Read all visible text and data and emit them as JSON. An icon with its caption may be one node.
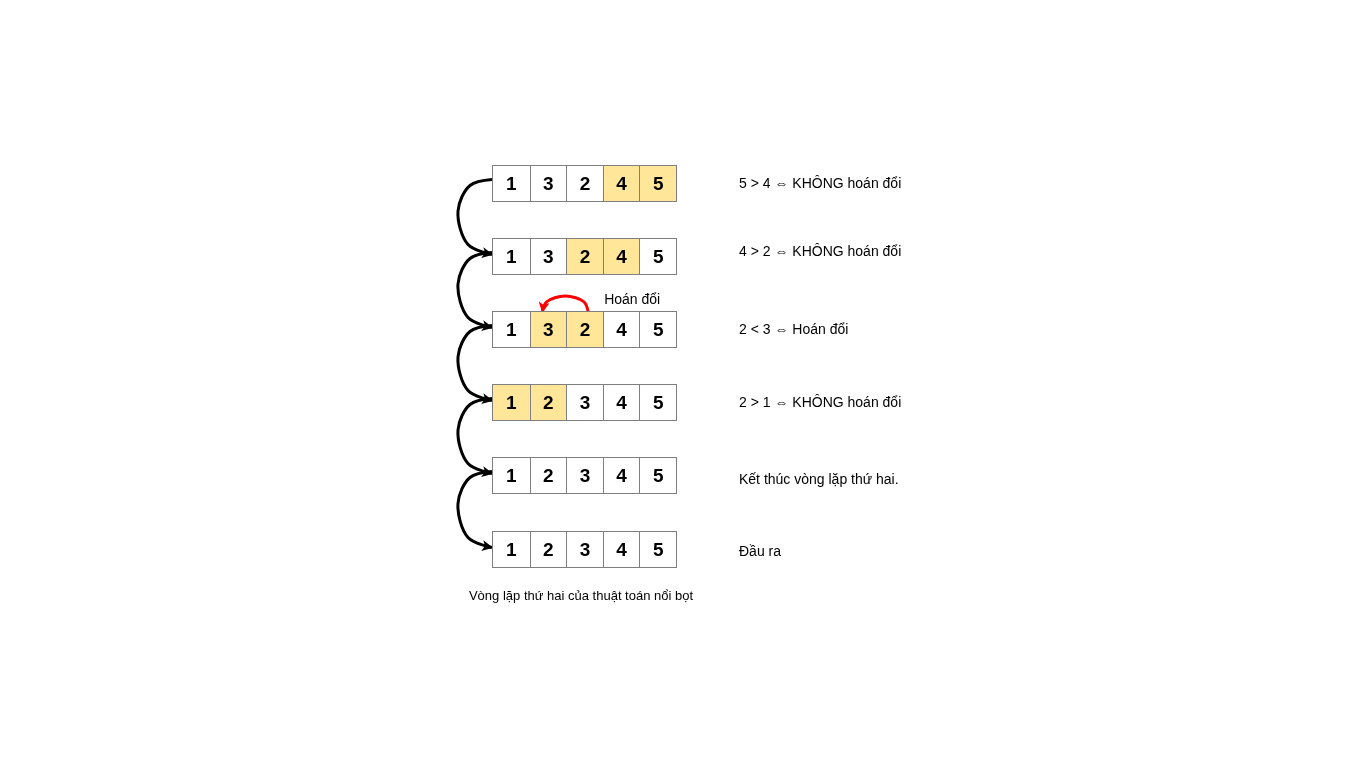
{
  "diagram": {
    "caption": "Vòng lặp thứ hai của thuật toán nổi bọt",
    "nodes": [
      {
        "text": [],
        "shape": "box"
      },
      {
        "text": [
          "1"
        ],
        "in": 0
      },
      {
        "text": [
          "3"
        ],
        "in": 0
      },
      {
        "text": [
          "2"
        ],
        "in": 0
      },
      {
        "text": [
          "4"
        ],
        "in": 0
      },
      {
        "text": [
          "5"
        ],
        "in": 0
      },
      {
        "text": [],
        "shape": "box"
      },
      {
        "text": [
          "1"
        ],
        "in": 6
      },
      {
        "text": [
          "3"
        ],
        "in": 6
      },
      {
        "text": [
          "2"
        ],
        "in": 6
      },
      {
        "text": [
          "4"
        ],
        "in": 6
      },
      {
        "text": [
          "5"
        ],
        "in": 6
      },
      {
        "text": [],
        "shape": "box"
      },
      {
        "text": [
          "1"
        ],
        "in": 12
      },
      {
        "text": [
          "3"
        ],
        "in": 12
      },
      {
        "text": [
          "2"
        ],
        "in": 12
      },
      {
        "text": [
          "4"
        ],
        "in": 12
      },
      {
        "text": [
          "5"
        ],
        "in": 12
      },
      {
        "text": [],
        "shape": "box"
      },
      {
        "text": [
          "1"
        ],
        "in": 18
      },
      {
        "text": [
          "2"
        ],
        "in": 18
      },
      {
        "text": [
          "3"
        ],
        "in": 18
      },
      {
        "text": [
          "4"
        ],
        "in": 18
      },
      {
        "text": [
          "5"
        ],
        "in": 18
      },
      {
        "text": [],
        "shape": "box"
      },
      {
        "text": [
          "1"
        ],
        "in": 24
      },
      {
        "text": [
          "2"
        ],
        "in": 24
      },
      {
        "text": [
          "3"
        ],
        "in": 24
      },
      {
        "text": [
          "4"
        ],
        "in": 24
      },
      {
        "text": [
          "5"
        ],
        "in": 24
      },
      {
        "text": [],
        "shape": "box"
      },
      {
        "text": [
          "1"
        ],
        "in": 30
      },
      {
        "text": [
          "2"
        ],
        "in": 30
      },
      {
        "text": [
          "3"
        ],
        "in": 30
      },
      {
        "text": [
          "4"
        ],
        "in": 30
      },
      {
        "text": [
          "5"
        ],
        "in": 30
      }
    ],
    "edges": [
      {
        "from": 0,
        "to": 6,
        "arrow": "to"
      },
      {
        "from": 6,
        "to": 12,
        "arrow": "to"
      },
      {
        "from": 12,
        "to": 18,
        "arrow": "to"
      },
      {
        "from": 18,
        "to": 24,
        "arrow": "to"
      },
      {
        "from": 24,
        "to": 30,
        "arrow": "to"
      },
      {
        "from": 15,
        "to": 14,
        "arrow": "to",
        "label": "Hoán đổi",
        "color": "#ff0000"
      }
    ],
    "labels": [
      "5 > 4 ⇔ KHÔNG hoán đổi",
      "4 > 2 ⇔ KHÔNG hoán đổi",
      "2 < 3 ⇔ Hoán đổi",
      "2 > 1 ⇔ KHÔNG hoán đổi",
      "Kết thúc vòng lặp thứ hai.",
      "Đầu ra"
    ]
  }
}
